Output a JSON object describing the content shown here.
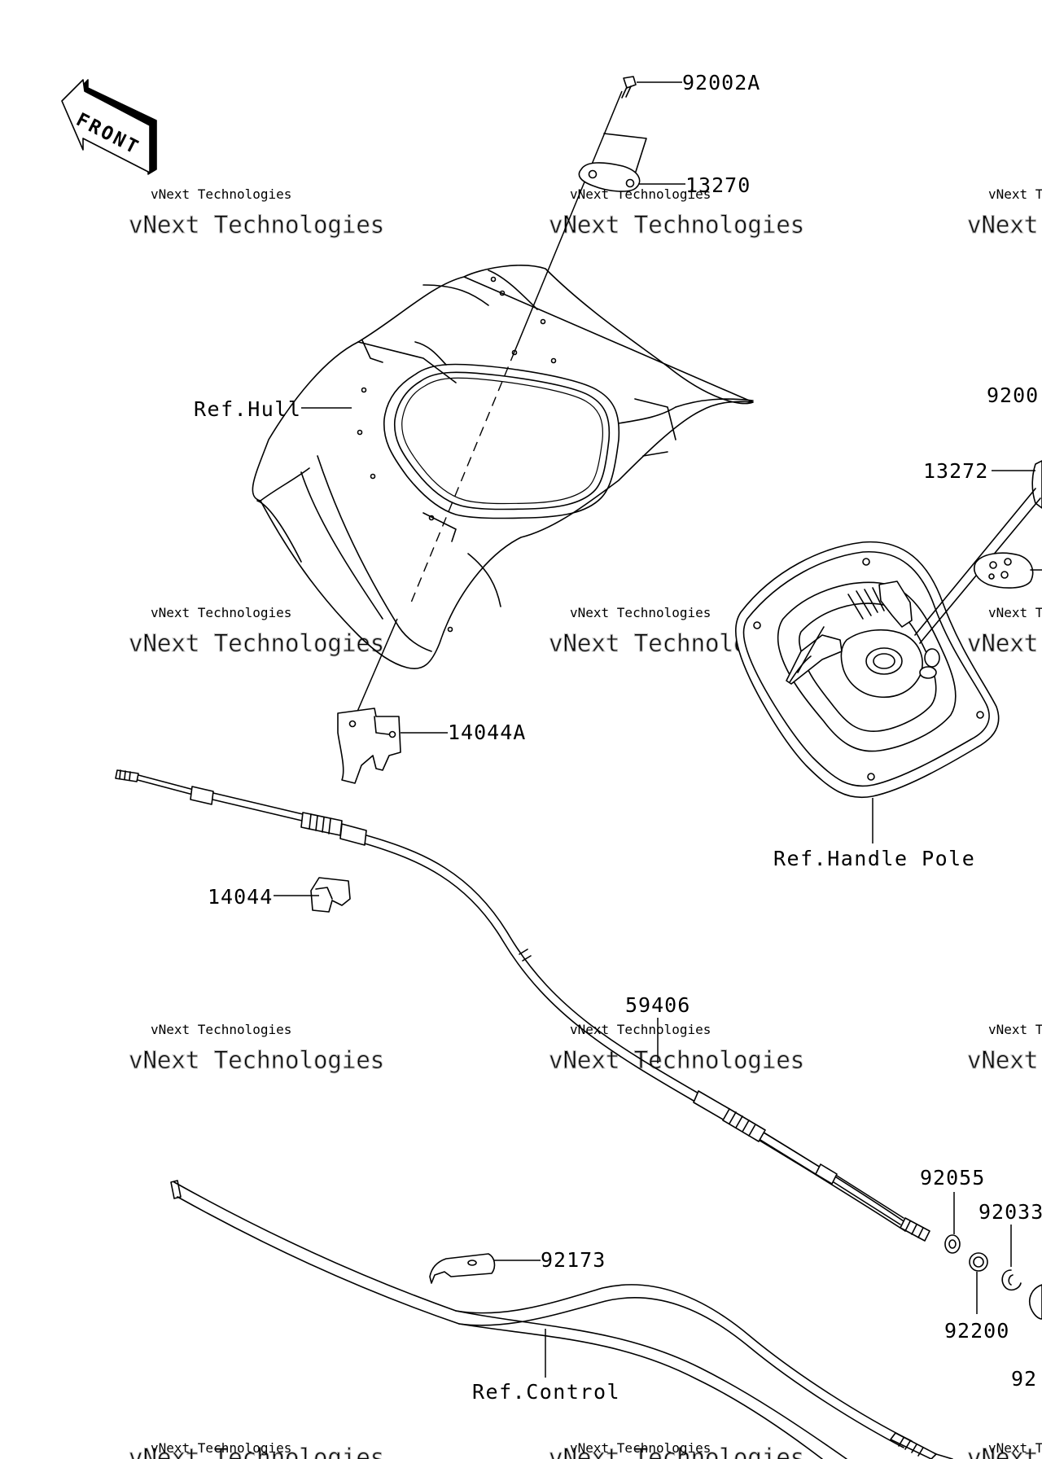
{
  "front_badge": {
    "text": "FRONT"
  },
  "watermark": {
    "large": "vNext Technologies",
    "small": "vNext Technologies"
  },
  "parts": [
    {
      "id": "p-92002a",
      "number": "92002A"
    },
    {
      "id": "p-13270",
      "number": "13270"
    },
    {
      "id": "p-92002-partial",
      "number": "9200"
    },
    {
      "id": "p-13272",
      "number": "13272"
    },
    {
      "id": "p-14044a",
      "number": "14044A"
    },
    {
      "id": "p-14044",
      "number": "14044"
    },
    {
      "id": "p-59406",
      "number": "59406"
    },
    {
      "id": "p-92055",
      "number": "92055"
    },
    {
      "id": "p-92033",
      "number": "92033"
    },
    {
      "id": "p-92173",
      "number": "92173"
    },
    {
      "id": "p-92200",
      "number": "92200"
    },
    {
      "id": "p-92-partial",
      "number": "92"
    }
  ],
  "references": [
    {
      "id": "ref-hull",
      "text": "Ref.Hull"
    },
    {
      "id": "ref-handle-pole",
      "text": "Ref.Handle Pole"
    },
    {
      "id": "ref-control",
      "text": "Ref.Control"
    }
  ]
}
